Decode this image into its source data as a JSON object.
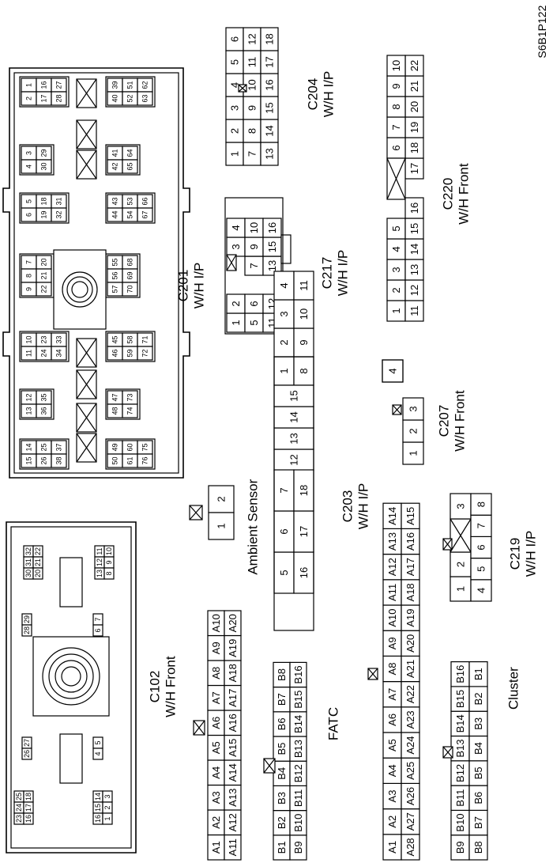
{
  "page_id": "S6B1P122",
  "connectors": {
    "c102": {
      "name": "C102",
      "location": "W/H Front",
      "pins": [
        "1",
        "2",
        "3",
        "4",
        "5",
        "6",
        "7",
        "8",
        "9",
        "10",
        "11",
        "12",
        "13",
        "14",
        "15",
        "16",
        "17",
        "18",
        "20",
        "21",
        "22",
        "23",
        "24",
        "25",
        "26",
        "27",
        "28",
        "29",
        "30",
        "31",
        "32"
      ]
    },
    "c201": {
      "name": "C201",
      "location": "W/H I/P"
    },
    "c204": {
      "name": "C204",
      "location": "W/H I/P"
    },
    "c217": {
      "name": "C217",
      "location": "W/H I/P"
    },
    "c220": {
      "name": "C220",
      "location": "W/H Front"
    },
    "c207": {
      "name": "C207",
      "location": "W/H Front"
    },
    "c203": {
      "name": "C203",
      "location": "W/H I/P"
    },
    "c219": {
      "name": "C219",
      "location": "W/H I/P"
    },
    "ambient": {
      "name": "Ambient Sensor"
    },
    "fatc": {
      "name": "FATC"
    },
    "cluster": {
      "name": "Cluster"
    }
  }
}
